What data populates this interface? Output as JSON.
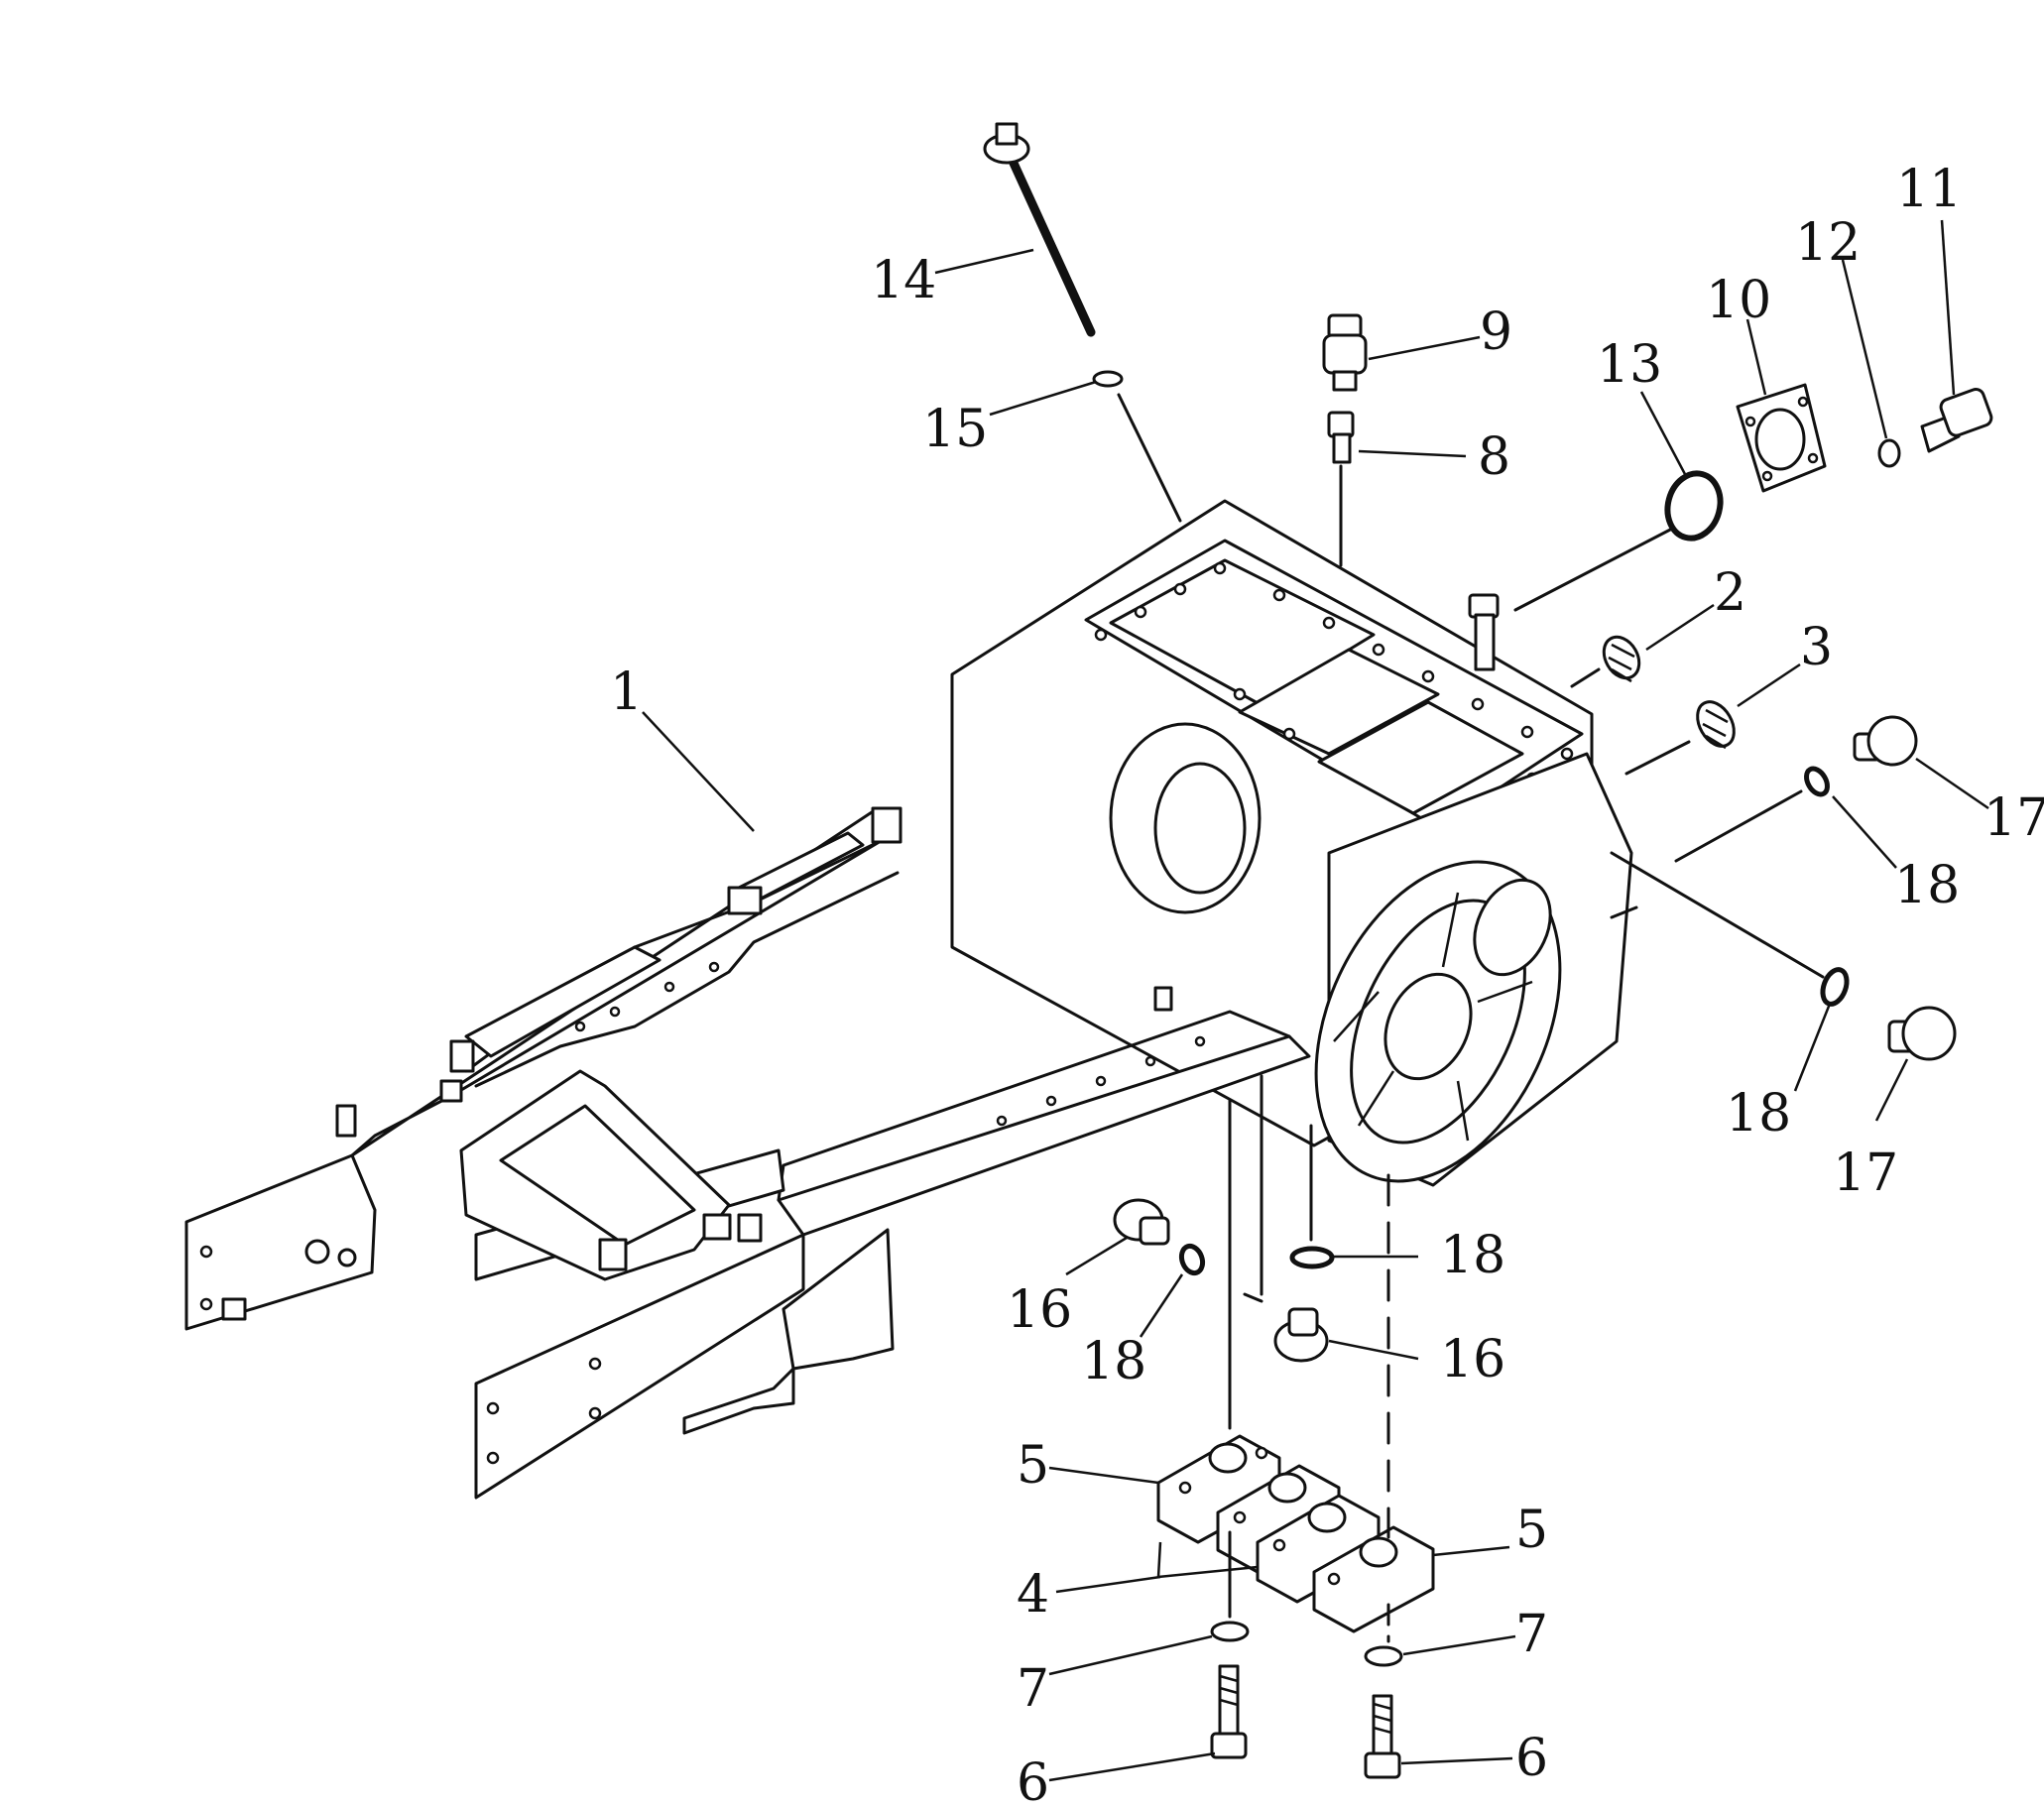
{
  "callouts": {
    "c1": "1",
    "c2": "2",
    "c3": "3",
    "c4": "4",
    "c5a": "5",
    "c5b": "5",
    "c6a": "6",
    "c6b": "6",
    "c7a": "7",
    "c7b": "7",
    "c8": "8",
    "c9": "9",
    "c10": "10",
    "c11": "11",
    "c12": "12",
    "c13": "13",
    "c14": "14",
    "c15": "15",
    "c16a": "16",
    "c16b": "16",
    "c17a": "17",
    "c17b": "17",
    "c18a": "18",
    "c18b": "18",
    "c18c": "18",
    "c18d": "18"
  }
}
